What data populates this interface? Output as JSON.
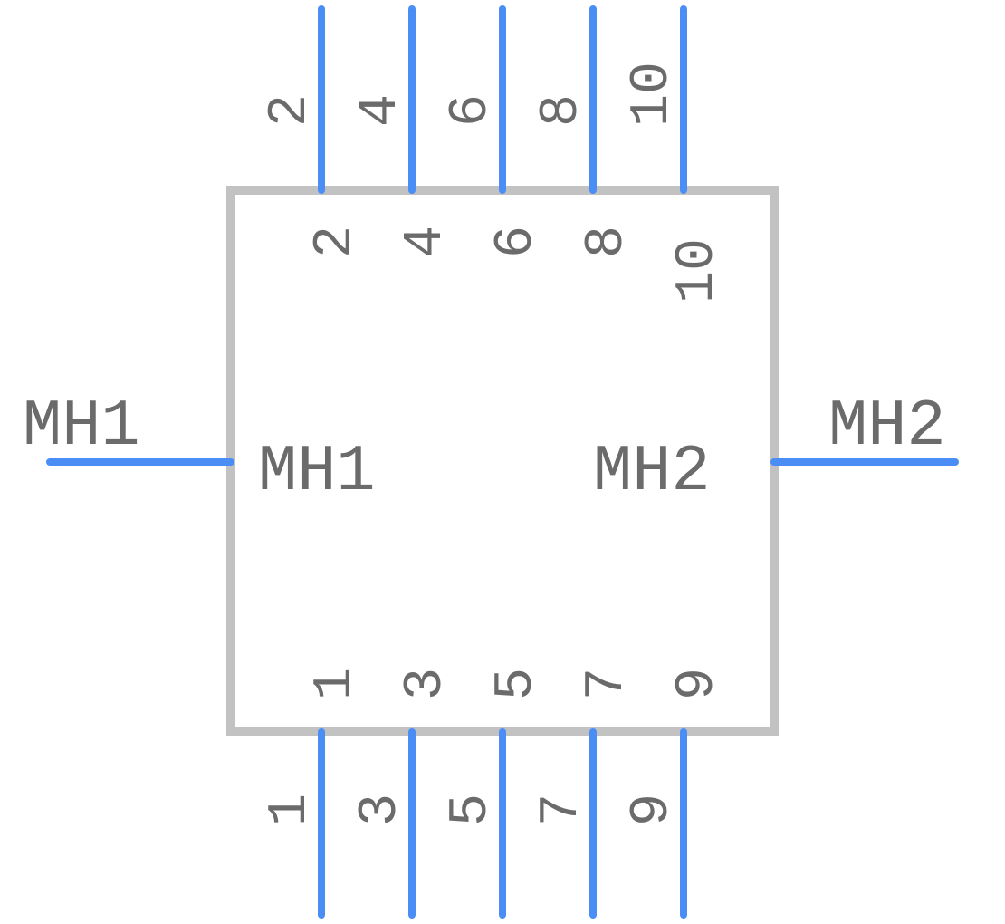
{
  "colors": {
    "body_outline": "#c2c2c2",
    "pin": "#4a8ef5",
    "text": "#6b6b6b",
    "background": "#ffffff"
  },
  "top_pins": [
    {
      "number": "2",
      "inner_label": "2"
    },
    {
      "number": "4",
      "inner_label": "4"
    },
    {
      "number": "6",
      "inner_label": "6"
    },
    {
      "number": "8",
      "inner_label": "8"
    },
    {
      "number": "10",
      "inner_label": "10"
    }
  ],
  "bottom_pins": [
    {
      "number": "1",
      "inner_label": "1"
    },
    {
      "number": "3",
      "inner_label": "3"
    },
    {
      "number": "5",
      "inner_label": "5"
    },
    {
      "number": "7",
      "inner_label": "7"
    },
    {
      "number": "9",
      "inner_label": "9"
    }
  ],
  "left_pin": {
    "number": "MH1",
    "inner_label": "MH1"
  },
  "right_pin": {
    "number": "MH2",
    "inner_label": "MH2"
  }
}
